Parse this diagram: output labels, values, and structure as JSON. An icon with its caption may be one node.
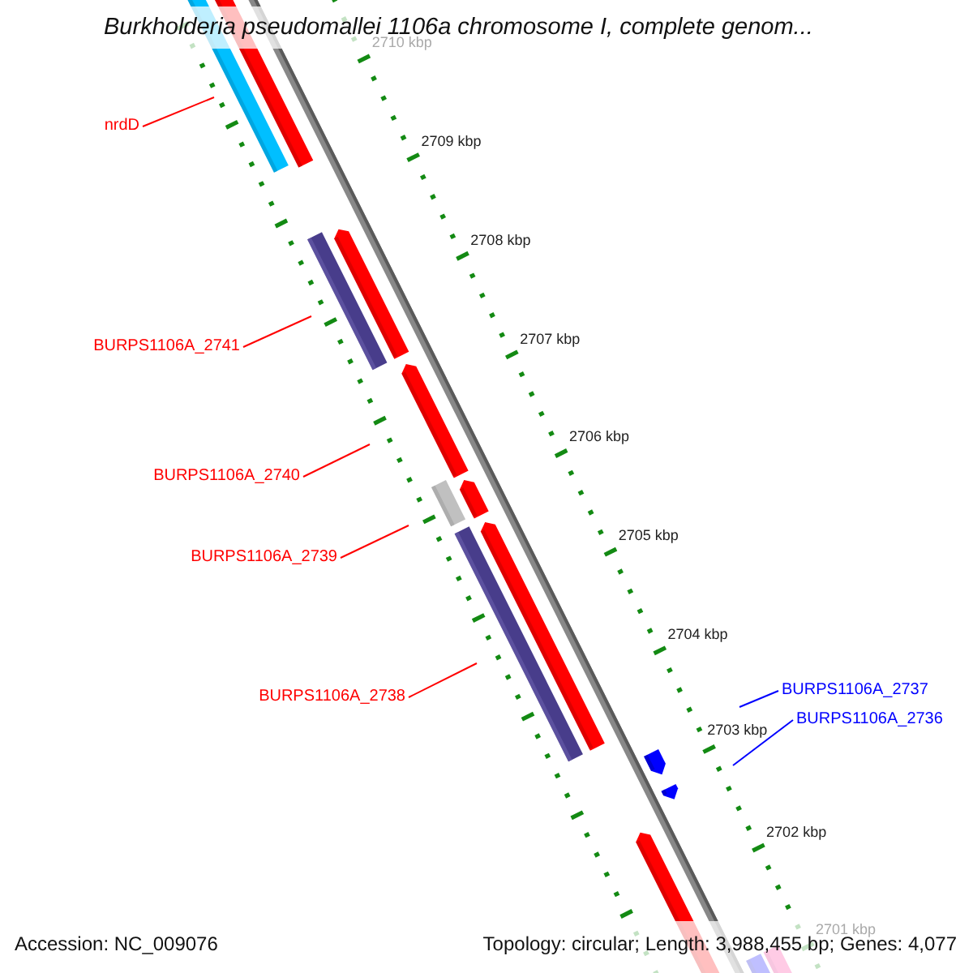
{
  "diagram": {
    "title": "Burkholderia pseudomallei 1106a chromosome I, complete genom...",
    "nodes": [
      {
        "text": [
          "nrdD"
        ]
      },
      {
        "text": [
          "BURPS1106A_2741"
        ]
      },
      {
        "text": [
          "BURPS1106A_2740"
        ]
      },
      {
        "text": [
          "BURPS1106A_2739"
        ]
      },
      {
        "text": [
          "BURPS1106A_2738"
        ]
      },
      {
        "text": [
          "BURPS1106A_2737"
        ]
      },
      {
        "text": [
          "BURPS1106A_2736"
        ]
      }
    ],
    "edges": [
      {
        "from": 0,
        "to": null,
        "arrow": "none"
      },
      {
        "from": 1,
        "to": null,
        "arrow": "none"
      },
      {
        "from": 2,
        "to": null,
        "arrow": "none"
      },
      {
        "from": 3,
        "to": null,
        "arrow": "none"
      },
      {
        "from": 4,
        "to": null,
        "arrow": "none"
      },
      {
        "from": 5,
        "to": null,
        "arrow": "none",
        "color": "#0000ff"
      },
      {
        "from": 6,
        "to": null,
        "arrow": "none",
        "color": "#0000ff"
      }
    ],
    "labels": [
      "2710 kbp",
      "2709 kbp",
      "2708 kbp",
      "2707 kbp",
      "2706 kbp",
      "2705 kbp",
      "2704 kbp",
      "2703 kbp",
      "2702 kbp",
      "2701 kbp",
      "Accession: NC_009076",
      "Topology: circular; Length: 3,988,455 bp; Genes: 4,077"
    ]
  }
}
